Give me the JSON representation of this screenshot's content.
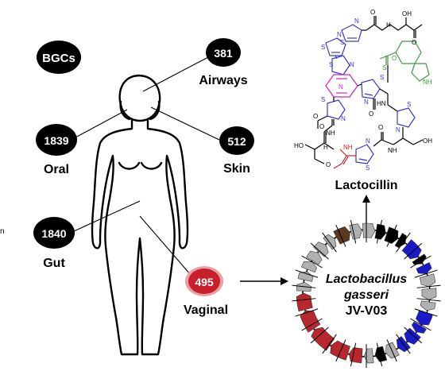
{
  "bgc_header": "BGCs",
  "body_sites": [
    {
      "key": "airways",
      "count": "381",
      "label": "Airways"
    },
    {
      "key": "oral",
      "count": "1839",
      "label": "Oral"
    },
    {
      "key": "skin",
      "count": "512",
      "label": "Skin"
    },
    {
      "key": "gut",
      "count": "1840",
      "label": "Gut"
    },
    {
      "key": "vaginal",
      "count": "495",
      "label": "Vaginal"
    }
  ],
  "organism": {
    "genus": "Lactobacillus",
    "species": "gasseri",
    "strain": "JV-V03"
  },
  "product": {
    "name": "Lactocillin"
  },
  "atoms": {
    "O": "O",
    "OH": "OH",
    "HO": "HO",
    "NH": "NH",
    "N": "N",
    "S": "S",
    "HN": "HN",
    "H": "H",
    "CO2H": "OH"
  },
  "colors": {
    "count_circle": "#000000",
    "vaginal_circle": "#c8202a",
    "vaginal_ring": "#e8a0a4",
    "gene_red": "#b8262e",
    "gene_blue": "#1a1ac8",
    "gene_black": "#000000",
    "gene_gray": "#b0b0b0",
    "gene_brown": "#5a3a1a",
    "thiazole_blue": "#3a3ac8",
    "pyridine_magenta": "#d020c8",
    "indole_green": "#3a9a3a",
    "dehydro_red": "#d02020"
  }
}
